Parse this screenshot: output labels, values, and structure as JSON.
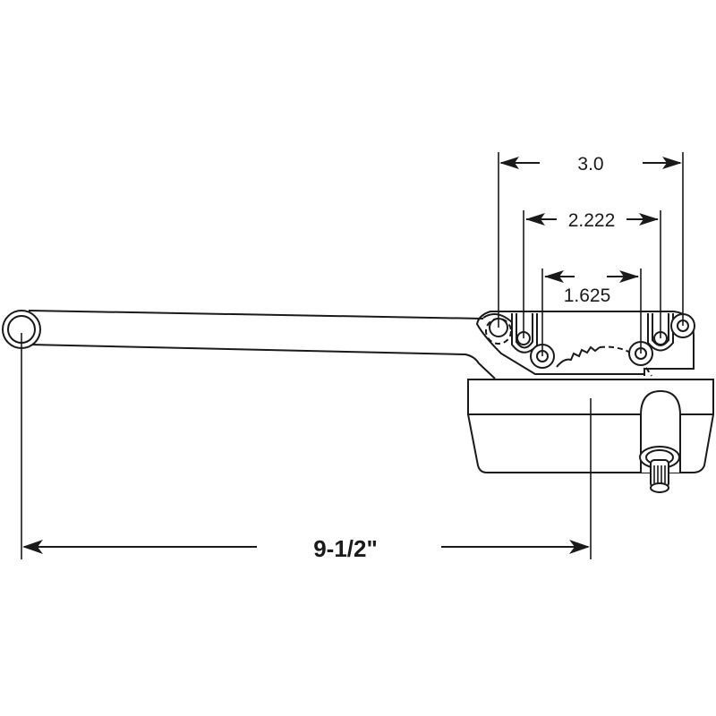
{
  "diagram": {
    "type": "technical-drawing",
    "subject": "casement window operator (crank arm)",
    "line_color": "#1a1a1a",
    "background": "#ffffff"
  },
  "dimensions": {
    "overall_length": {
      "label": "9-1/2\"",
      "from": "arm pivot center",
      "to": "operator shaft center"
    },
    "outer_hole_spacing": {
      "label": "3.0"
    },
    "middle_hole_spacing": {
      "label": "2.222"
    },
    "inner_hole_spacing": {
      "label": "1.625"
    }
  }
}
